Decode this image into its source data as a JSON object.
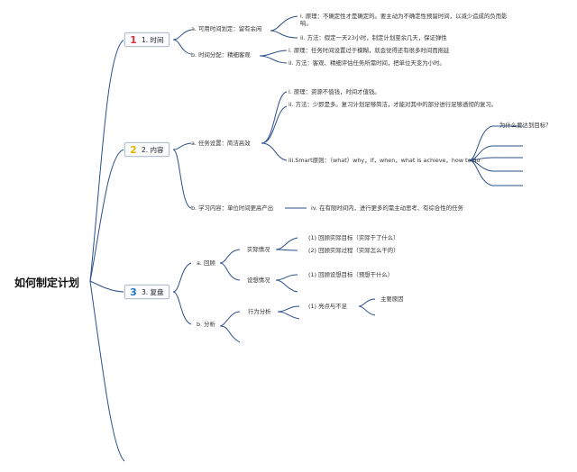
{
  "root": "如何制定计划",
  "branches": [
    {
      "num": "1",
      "label": "1. 时间",
      "children": [
        {
          "label": "a. 可用时间划定：留有余闲",
          "points": [
            "i. 原理：不确定性才是确定的。要主动为不确定性预留时间，以减少造成的负而影响。",
            "ii. 方法：假定一天23小时，制定计划至余几天，保证弹性"
          ]
        },
        {
          "label": "b. 时间分配：精细客观",
          "points": [
            "i. 原理：任务时间设置过于模糊，就会觉得还有很多时间而拖延",
            "ii. 方法：客观、精细评估任务所需时间，把单位天变为小时。"
          ]
        }
      ]
    },
    {
      "num": "2",
      "label": "2. 内容",
      "children": [
        {
          "label": "a. 任务设置：简洁高效",
          "points": [
            "i. 原理：资源不值钱，时间才值钱。",
            "ii. 方法：少即是多。复习计划足够简洁，才能对其中的部分进行足够透彻的复习。",
            "iii.Smart原则：（what）why，if，when，what is achieve，how to do"
          ],
          "smart_note": "为什么要达到目标？"
        },
        {
          "label": "b. 学习内容：单位时间更高产出",
          "points": [
            "iv. 在有限时间内，进行更多的需主动思考、有综合性的任务"
          ]
        }
      ]
    },
    {
      "num": "3",
      "label": "3. 复盘",
      "children": [
        {
          "label": "a. 回顾",
          "groups": [
            {
              "label": "实际情况",
              "items": [
                "(1) 回顾实际目标（实际干了什么）",
                "(2) 回顾实际过程（实际怎么干的）"
              ]
            },
            {
              "label": "设想情况",
              "items": [
                "(1) 回顾设想目标（预想干什么）"
              ]
            }
          ]
        },
        {
          "label": "b. 分析",
          "groups": [
            {
              "label": "行为分析",
              "items": [
                "(1) 亮点与不足"
              ],
              "sub": "主要原因"
            }
          ]
        }
      ]
    }
  ],
  "colors": {
    "line": "#2c4f8a",
    "red": "#d8333b",
    "yellow": "#e8b400",
    "blue": "#1b75c9"
  }
}
